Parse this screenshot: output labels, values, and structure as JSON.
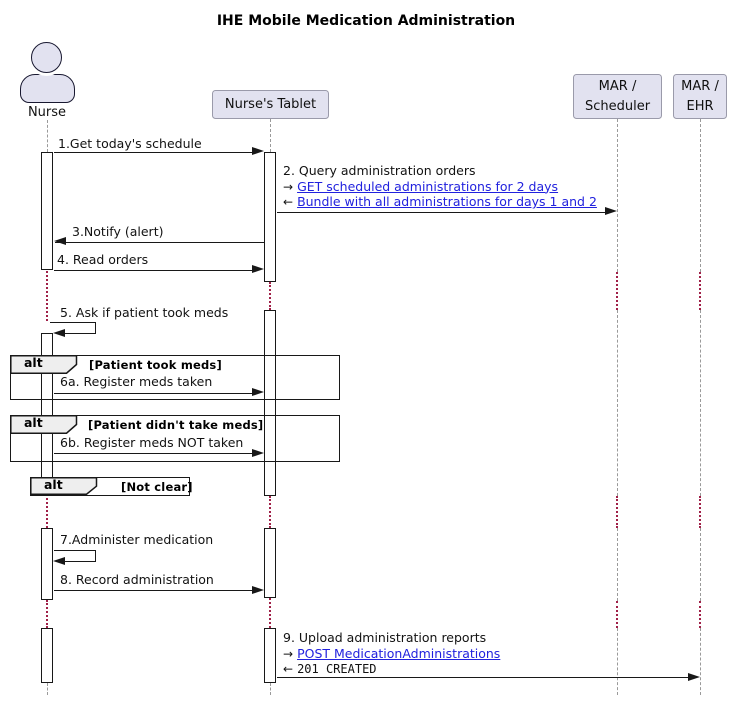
{
  "title": "IHE Mobile Medication Administration",
  "participants": {
    "nurse": {
      "label": "Nurse"
    },
    "tablet": {
      "label": "Nurse's Tablet"
    },
    "scheduler": {
      "line1": "MAR /",
      "line2": "Scheduler"
    },
    "ehr": {
      "line1": "MAR /",
      "line2": "EHR"
    }
  },
  "messages": {
    "m1": "1.Get today's schedule",
    "m2_line1": "2. Query administration orders",
    "m2_req_prefix": "→",
    "m2_req_link": "GET scheduled administrations for 2 days",
    "m2_res_prefix": "←",
    "m2_res_link": "Bundle with all administrations for days 1 and 2",
    "m3": "3.Notify (alert)",
    "m4": "4. Read orders",
    "m5": "5. Ask if patient took meds",
    "m6a": "6a. Register meds taken",
    "m6b": "6b. Register meds NOT taken",
    "m7": "7.Administer medication",
    "m8": "8. Record administration",
    "m9_line1": "9. Upload administration reports",
    "m9_req_prefix": "→",
    "m9_req_link": "POST MedicationAdministrations",
    "m9_res_prefix": "←",
    "m9_res_text": "201 CREATED"
  },
  "fragments": {
    "alt1": {
      "operator": "alt",
      "condition": "[Patient took meds]"
    },
    "alt2": {
      "operator": "alt",
      "condition": "[Patient didn't take meds]"
    },
    "alt3": {
      "operator": "alt",
      "condition": "[Not clear]"
    }
  },
  "colors": {
    "participant_fill": "#E2E2F0",
    "participant_border": "#9A9AAA",
    "actor_outline": "#181830",
    "line": "#181818",
    "link": "#2121DE",
    "delay_dots": "#A02048",
    "lifeline": "#9A9A9A",
    "fragment_header_fill": "#EEEEEE"
  }
}
